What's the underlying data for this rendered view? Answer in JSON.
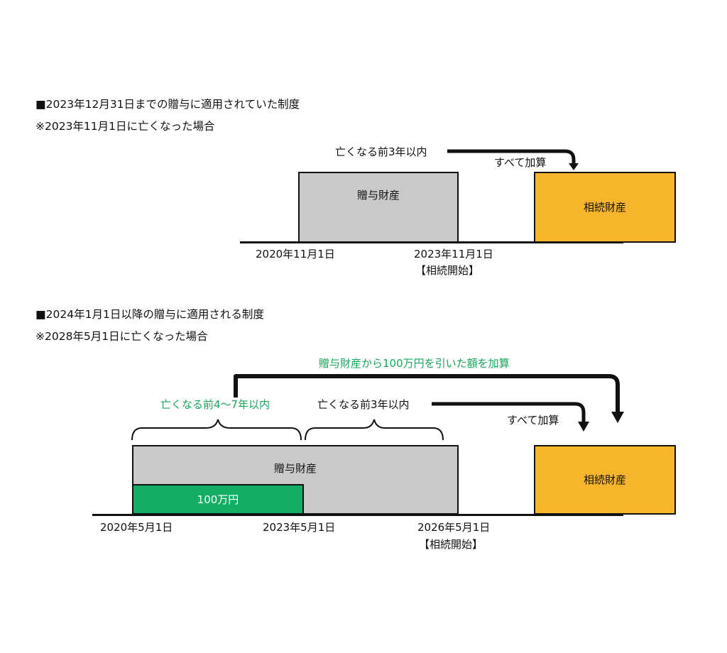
{
  "colors": {
    "gift": "#c9c9ca",
    "inheritance": "#f6b52a",
    "deduction": "#13ad63",
    "accent_text": "#19a45a",
    "ink": "#111111"
  },
  "section1": {
    "title": "■2023年12月31日までの贈与に適用されていた制度",
    "note": "※2023年11月1日に亡くなった場合",
    "period_label": "亡くなる前3年以内",
    "add_label": "すべて加算",
    "gift_box": "贈与財産",
    "inherit_box": "相続財産",
    "date_start": "2020年11月1日",
    "date_end": "2023年11月1日",
    "start_tag": "【相続開始】"
  },
  "section2": {
    "title": "■2024年1月1日以降の贈与に適用される制度",
    "note": "※2028年5月1日に亡くなった場合",
    "top_label": "贈与財産から100万円を引いた額を加算",
    "period_a": "亡くなる前4〜7年以内",
    "period_b": "亡くなる前3年以内",
    "add_label": "すべて加算",
    "gift_box": "贈与財産",
    "deduction_box": "100万円",
    "inherit_box": "相続財産",
    "date_1": "2020年5月1日",
    "date_2": "2023年5月1日",
    "date_3": "2026年5月1日",
    "start_tag": "【相続開始】"
  }
}
